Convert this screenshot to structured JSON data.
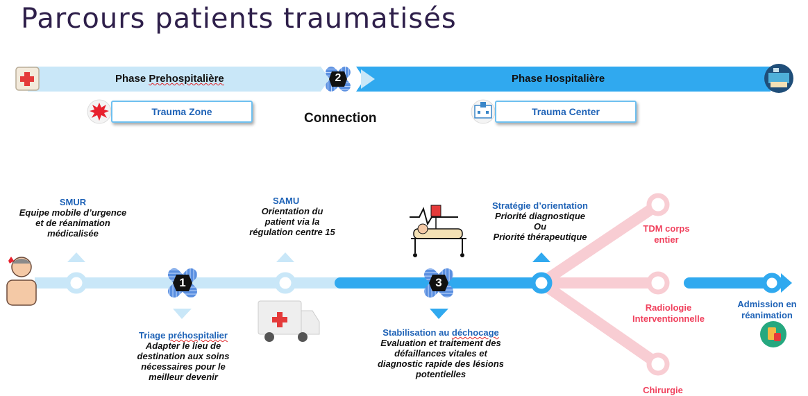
{
  "title": "Parcours patients traumatisés",
  "phases": {
    "pre_label_a": "Phase ",
    "pre_label_b": "Prehospitalière",
    "hosp_label": "Phase Hospitalière",
    "connection_number": "2",
    "connection_label": "Connection"
  },
  "boxes": {
    "trauma_zone": "Trauma Zone",
    "trauma_center": "Trauma Center"
  },
  "steps": {
    "smur": {
      "title": "SMUR",
      "line1": "Equipe mobile d’urgence",
      "line2": "et de réanimation",
      "line3": "médicalisée"
    },
    "samu": {
      "title": "SAMU",
      "line1": "Orientation du",
      "line2": "patient via la",
      "line3": "régulation centre 15"
    },
    "strategie": {
      "title": "Stratégie d’orientation",
      "line1": "Priorité diagnostique",
      "line2": "Ou",
      "line3": "Priorité thérapeutique"
    },
    "triage": {
      "number": "1",
      "title_a": "Triage ",
      "title_b": "préhospitalier",
      "line1": "Adapter le lieu de",
      "line2": "destination aux soins",
      "line3": "nécessaires pour le",
      "line4": "meilleur devenir"
    },
    "stabilisation": {
      "number": "3",
      "title_a": "Stabilisation au ",
      "title_b": "déchocage",
      "line1": "Evaluation et traitement des",
      "line2": "défaillances vitales et",
      "line3": "diagnostic rapide des lésions",
      "line4": "potentielles"
    },
    "tdm": {
      "line1": "TDM corps",
      "line2": "entier"
    },
    "radiologie": {
      "line1": "Radiologie",
      "line2": "Interventionnelle"
    },
    "chirurgie": {
      "line1": "Chirurgie"
    },
    "admission": {
      "line1": "Admission en",
      "line2": "réanimation"
    }
  },
  "colors": {
    "light_blue": "#c9e7f8",
    "blue": "#30a9ef",
    "pink": "#f8cdd3",
    "red_text": "#f0415d",
    "navy_title": "#2e1f4a",
    "box_text": "#1f63b7"
  },
  "icons": [
    "first-aid-kit-icon",
    "hospital-room-icon",
    "explosion-icon",
    "hospital-building-icon",
    "injured-patient-icon",
    "ambulance-icon",
    "hospital-bed-icon",
    "medication-icon",
    "bandage-cross-icon"
  ]
}
